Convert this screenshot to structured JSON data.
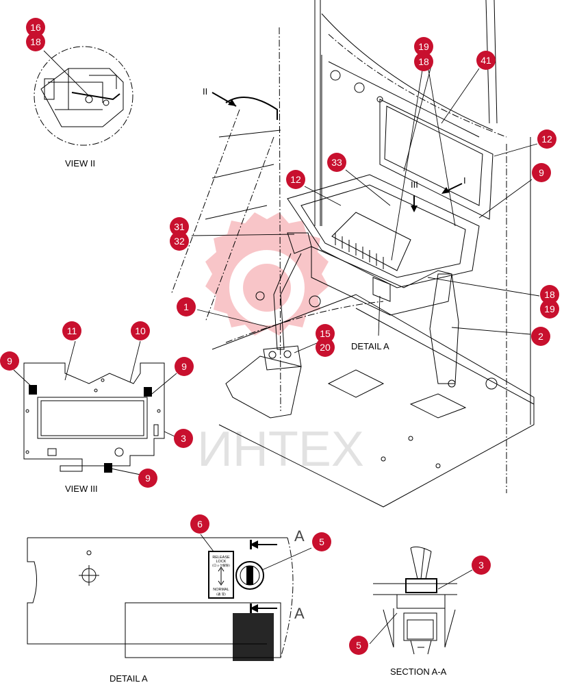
{
  "labels": {
    "view_ii": "VIEW   II",
    "view_iii": "VIEW   III",
    "detail_a_main": "DETAIL   A",
    "detail_a_bottom": "DETAIL   A",
    "section_aa": "SECTION A-A",
    "arrow_ii": "II",
    "arrow_i": "I",
    "arrow_iii": "III",
    "section_mark_top": "A",
    "section_mark_bottom": "A"
  },
  "plate": {
    "release": "RELEASE",
    "lock": "LOCK",
    "lock_jp": "(ロック解除)",
    "normal": "NORMAL",
    "normal_jp": "(通 常)"
  },
  "watermark": {
    "text": "ИНТЕХ",
    "color": "#e8343c"
  },
  "callouts": {
    "c16": "16",
    "c18a": "18",
    "c19a": "19",
    "c18b": "18",
    "c41": "41",
    "c12a": "12",
    "c33": "33",
    "c12b": "12",
    "c9a": "9",
    "c31": "31",
    "c32": "32",
    "c1": "1",
    "c15": "15",
    "c20": "20",
    "c18c": "18",
    "c19b": "19",
    "c2": "2",
    "c11": "11",
    "c10": "10",
    "c9b": "9",
    "c9c": "9",
    "c3a": "3",
    "c9d": "9",
    "c6": "6",
    "c5a": "5",
    "c3b": "3",
    "c5b": "5"
  },
  "colors": {
    "callout": "#c8102e",
    "line": "#000000"
  }
}
